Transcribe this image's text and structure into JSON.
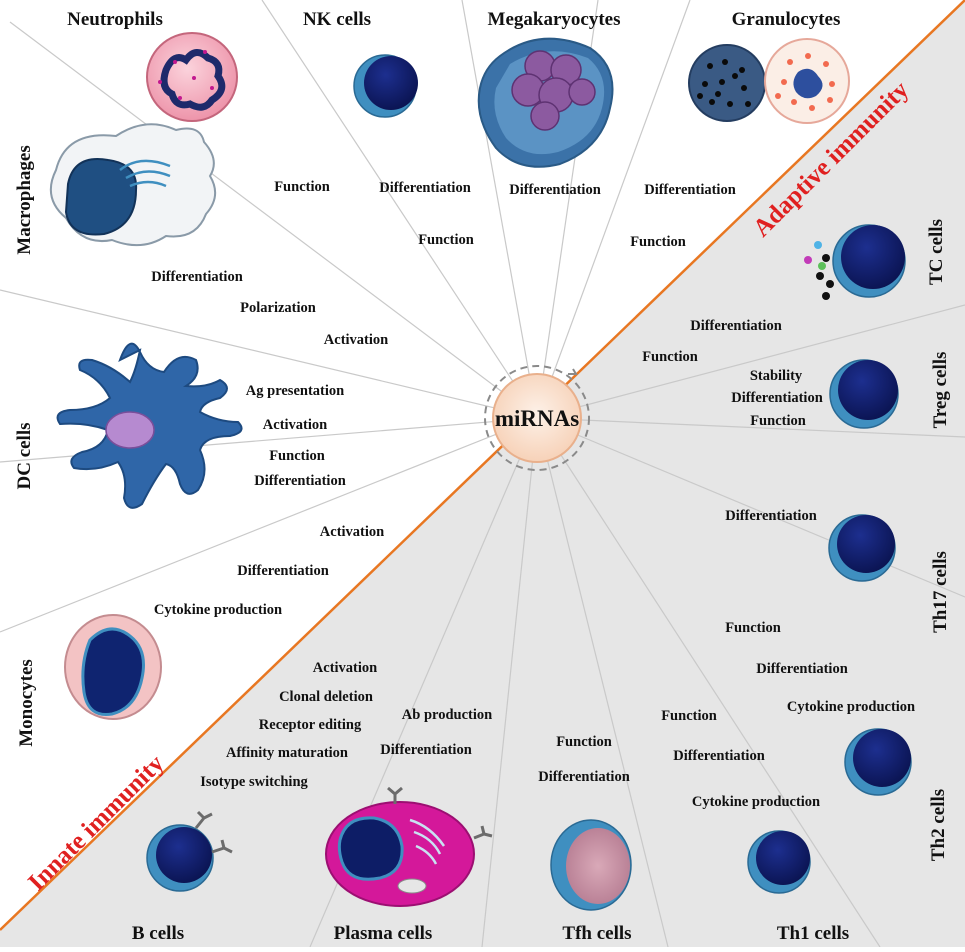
{
  "center": {
    "label": "miRNAs"
  },
  "zones": {
    "adaptive": "Adaptive immunity",
    "innate": "Innate immunity"
  },
  "colors": {
    "divider": "#e87722",
    "zone_text": "#e02020",
    "adaptive_bg": "#e6e6e6",
    "cell_dark": "#101f6e",
    "cell_light": "#3f8fc0"
  },
  "cells": {
    "neutrophils": {
      "name": "Neutrophils",
      "icon": "neutrophil-icon",
      "functions": [
        "Function"
      ]
    },
    "nk": {
      "name": "NK cells",
      "icon": "nk-cell-icon",
      "functions": [
        "Differentiation",
        "Function"
      ]
    },
    "megakaryocytes": {
      "name": "Megakaryocytes",
      "icon": "megakaryocyte-icon",
      "functions": [
        "Differentiation"
      ]
    },
    "granulocytes": {
      "name": "Granulocytes",
      "icon": "granulocyte-icon",
      "functions": [
        "Differentiation",
        "Function"
      ]
    },
    "macrophages": {
      "name": "Macrophages",
      "icon": "macrophage-icon",
      "functions": [
        "Differentiation",
        "Polarization",
        "Activation"
      ]
    },
    "dc": {
      "name": "DC cells",
      "icon": "dendritic-cell-icon",
      "functions": [
        "Ag presentation",
        "Activation",
        "Function",
        "Differentiation"
      ]
    },
    "monocytes": {
      "name": "Monocytes",
      "icon": "monocyte-icon",
      "functions": [
        "Activation",
        "Differentiation",
        "Cytokine production"
      ]
    },
    "b": {
      "name": "B cells",
      "icon": "b-cell-icon",
      "functions": [
        "Activation",
        "Clonal deletion",
        "Receptor editing",
        "Affinity maturation",
        "Isotype switching"
      ]
    },
    "plasma": {
      "name": "Plasma cells",
      "icon": "plasma-cell-icon",
      "functions": [
        "Ab production",
        "Differentiation"
      ]
    },
    "tfh": {
      "name": "Tfh cells",
      "icon": "tfh-cell-icon",
      "functions": [
        "Function",
        "Differentiation"
      ]
    },
    "th1": {
      "name": "Th1 cells",
      "icon": "th1-cell-icon",
      "functions": [
        "Function",
        "Differentiation",
        "Cytokine production"
      ]
    },
    "th2": {
      "name": "Th2 cells",
      "icon": "th2-cell-icon",
      "functions": [
        "Function",
        "Differentiation",
        "Cytokine production"
      ]
    },
    "th17": {
      "name": "Th17 cells",
      "icon": "th17-cell-icon",
      "functions": [
        "Differentiation"
      ]
    },
    "treg": {
      "name": "Treg cells",
      "icon": "treg-cell-icon",
      "functions": [
        "Stability",
        "Differentiation",
        "Function"
      ]
    },
    "tc": {
      "name": "TC cells",
      "icon": "tc-cell-icon",
      "functions": [
        "Differentiation",
        "Function"
      ]
    }
  }
}
